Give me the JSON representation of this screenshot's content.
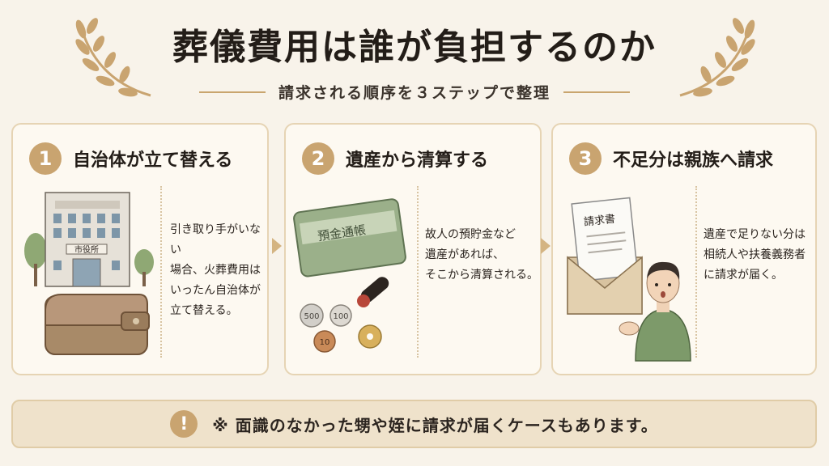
{
  "header": {
    "title": "葬儀費用は誰が負担するのか",
    "subtitle": "請求される順序を３ステップで整理"
  },
  "steps": [
    {
      "number": "1",
      "title": "自治体が立て替える",
      "description": "引き取り手がいない\n場合、火葬費用は\nいったん自治体が\n立て替える。",
      "building_sign": "市役所"
    },
    {
      "number": "2",
      "title": "遺産から清算する",
      "description": "故人の預貯金など\n遺産があれば、\nそこから清算される。",
      "bankbook_label": "預金通帳",
      "coins": [
        "500",
        "100",
        "10"
      ]
    },
    {
      "number": "3",
      "title": "不足分は親族へ請求",
      "description": "遺産で足りない分は\n相続人や扶養義務者\nに請求が届く。",
      "invoice_label": "請求書"
    }
  ],
  "notice": {
    "icon": "!",
    "text": "※ 面識のなかった甥や姪に請求が届くケースもあります。"
  },
  "colors": {
    "accent": "#c9a470",
    "background": "#f8f3ea",
    "card_border": "#e6d4b4"
  }
}
